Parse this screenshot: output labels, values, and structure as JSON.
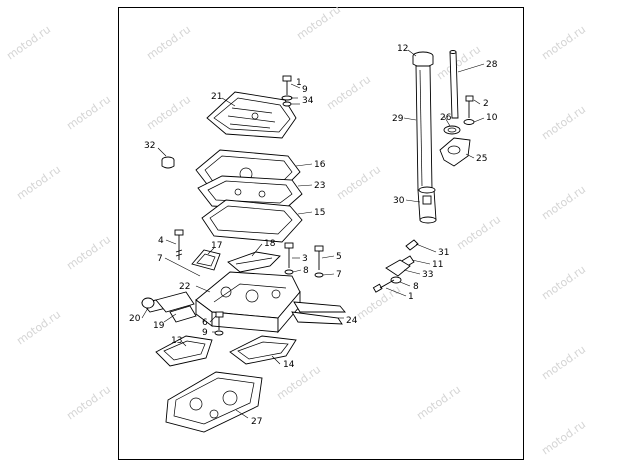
{
  "watermark": "motod.ru",
  "callouts": {
    "c1a": "1",
    "c9a": "9",
    "c34": "34",
    "c21": "21",
    "c32": "32",
    "c16": "16",
    "c23": "23",
    "c15": "15",
    "c4": "4",
    "c17": "17",
    "c18": "18",
    "c7a": "7",
    "c3": "3",
    "c5": "5",
    "c8a": "8",
    "c7b": "7",
    "c22": "22",
    "c20": "20",
    "c19": "19",
    "c6": "6",
    "c9b": "9",
    "c24": "24",
    "c13": "13",
    "c14": "14",
    "c27": "27",
    "c12": "12",
    "c28": "28",
    "c2": "2",
    "c26": "26",
    "c10": "10",
    "c29": "29",
    "c25": "25",
    "c30": "30",
    "c31": "31",
    "c11": "11",
    "c33": "33",
    "c8b": "8",
    "c1b": "1"
  },
  "colors": {
    "line": "#000000",
    "watermark": "#d4d4d4",
    "background": "#ffffff"
  }
}
